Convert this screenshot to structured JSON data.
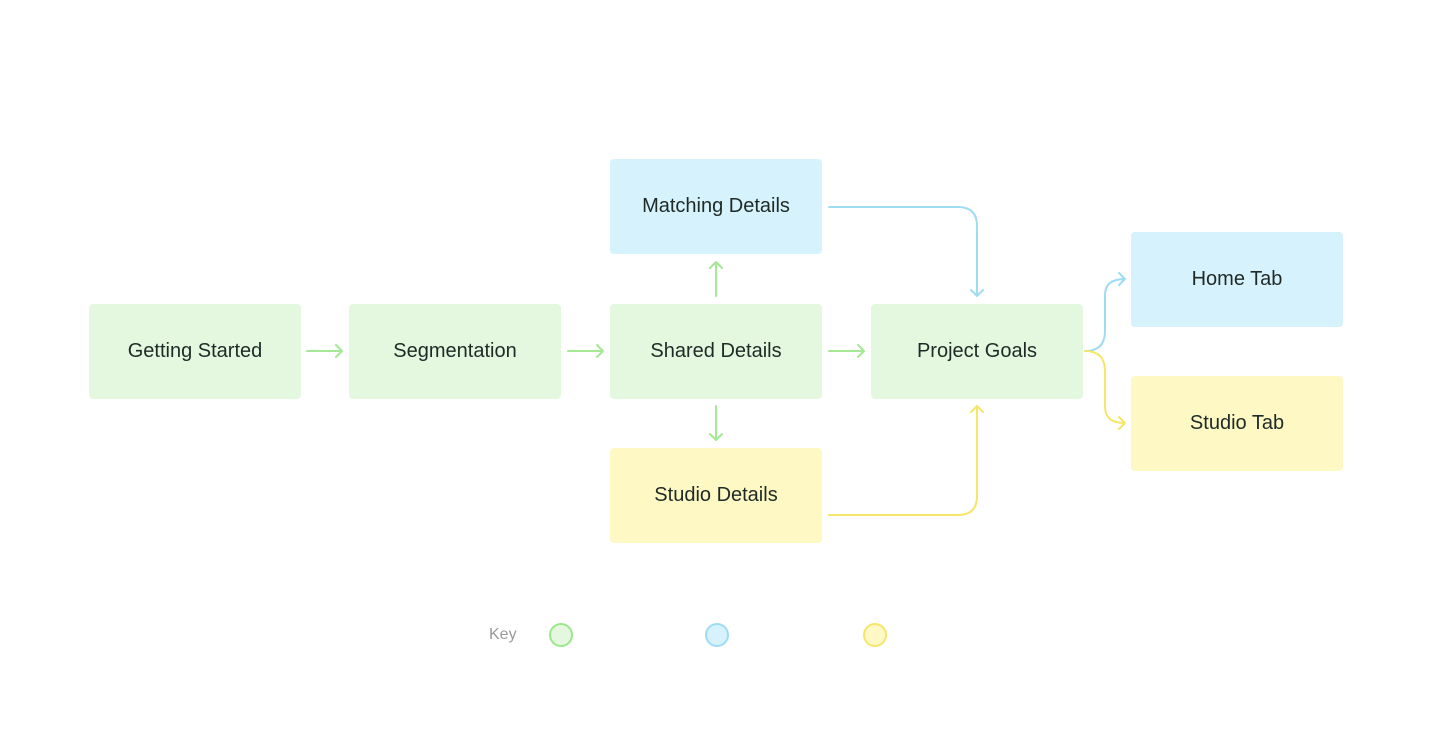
{
  "nodes": {
    "getting_started": "Getting Started",
    "segmentation": "Segmentation",
    "shared_details": "Shared Details",
    "matching_details": "Matching Details",
    "studio_details": "Studio Details",
    "project_goals": "Project Goals",
    "home_tab": "Home Tab",
    "studio_tab": "Studio Tab"
  },
  "key": {
    "label": "Key"
  },
  "colors": {
    "green_fill": "#e3f8df",
    "green_stroke": "#9be78a",
    "blue_fill": "#d6f2fd",
    "blue_stroke": "#9fdcf3",
    "yellow_fill": "#fdf8c4",
    "yellow_stroke": "#f5e66a"
  }
}
